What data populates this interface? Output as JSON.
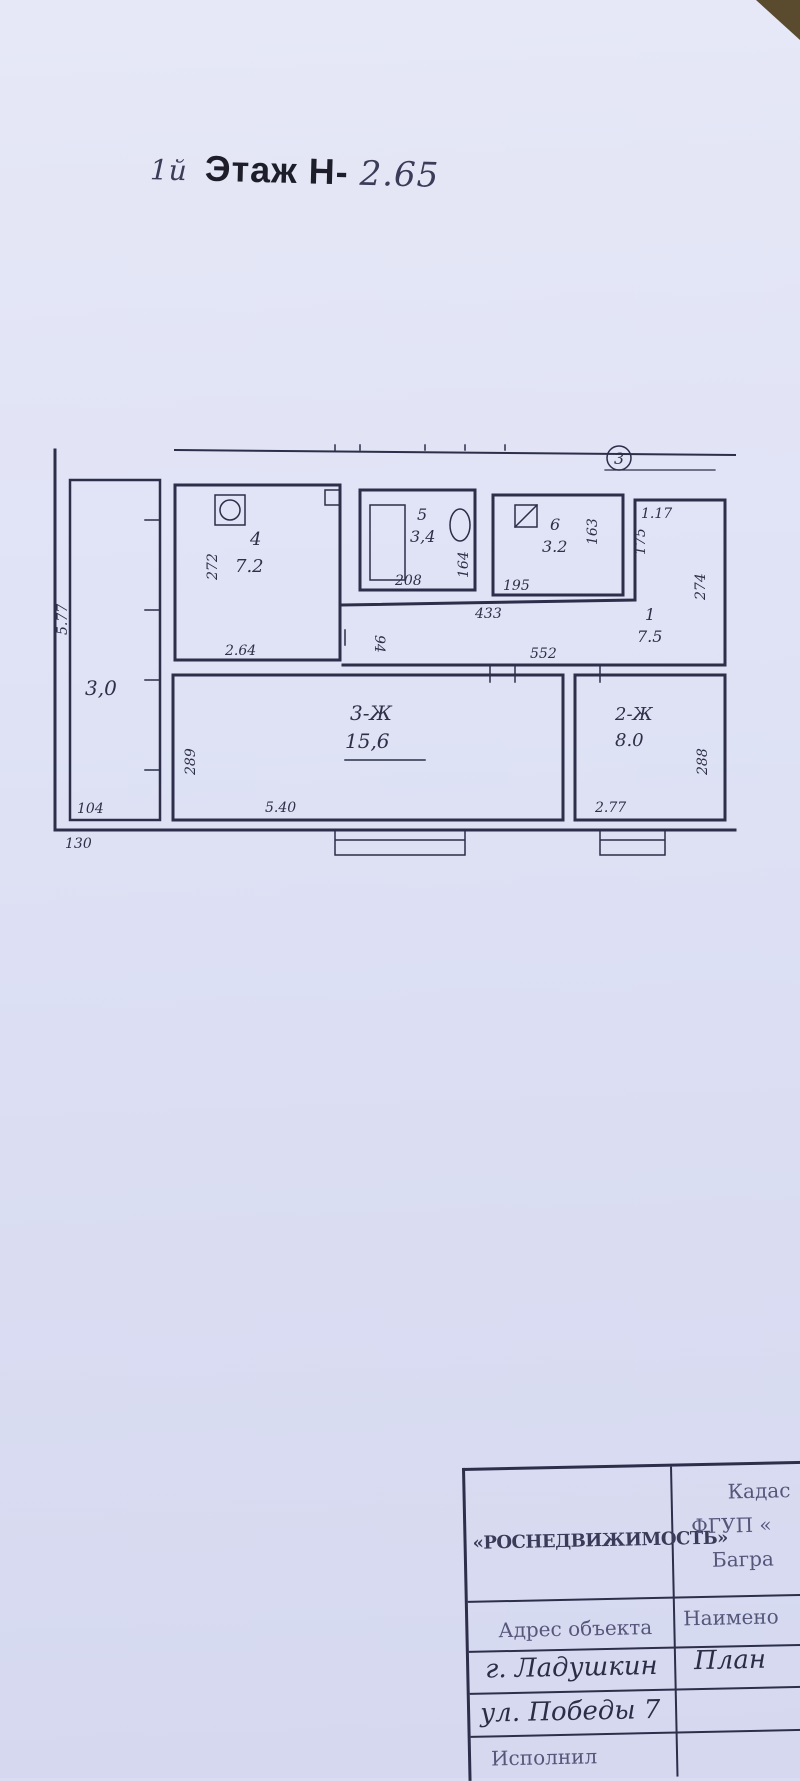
{
  "title": {
    "prefix": "1й",
    "label": "Этаж Н-",
    "height": "2.65"
  },
  "rooms": [
    {
      "id": "4",
      "number": "4",
      "area": "7.2"
    },
    {
      "id": "5",
      "number": "5",
      "area": "3,4"
    },
    {
      "id": "6",
      "number": "6",
      "area": "3.2"
    },
    {
      "id": "1",
      "number": "1",
      "area": "7.5"
    },
    {
      "id": "3",
      "number": "3-Ж",
      "area": "15,6"
    },
    {
      "id": "2",
      "number": "2-Ж",
      "area": "8.0"
    },
    {
      "id": "balcony",
      "number": "",
      "area": "3,0"
    }
  ],
  "dimensions": [
    "272",
    "2.64",
    "208",
    "164",
    "195",
    "163",
    "433",
    "94",
    "1.17",
    "175",
    "274",
    "552",
    "289",
    "5.40",
    "288",
    "2.77",
    "5.77",
    "104",
    "130"
  ],
  "axis_marker": "3",
  "stamp": {
    "org": "«РОСНЕДВИЖИМОСТЬ»",
    "header_1": "Кадас",
    "header_2": "ФГУП «",
    "header_3": "Багра",
    "address_label": "Адрес объекта",
    "name_label": "Наимено",
    "city": "г. Ладушкин",
    "street": "ул. Победы 7",
    "plan_word": "План",
    "executor_label": "Исполнил"
  }
}
